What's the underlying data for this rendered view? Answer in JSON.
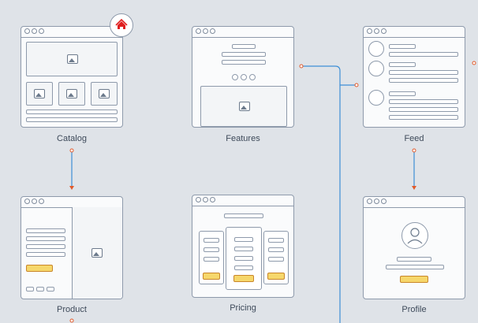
{
  "screens": {
    "catalog": {
      "label": "Catalog"
    },
    "features": {
      "label": "Features"
    },
    "feed": {
      "label": "Feed"
    },
    "product": {
      "label": "Product"
    },
    "pricing": {
      "label": "Pricing"
    },
    "profile": {
      "label": "Profile"
    }
  },
  "home_badge": {
    "icon": "home-icon",
    "color": "#e02020"
  },
  "colors": {
    "background": "#dfe3e8",
    "outline": "#8e9aab",
    "connector": "#3d8fd6",
    "endpoint": "#e05a2b",
    "cta": "#f6d76b"
  }
}
